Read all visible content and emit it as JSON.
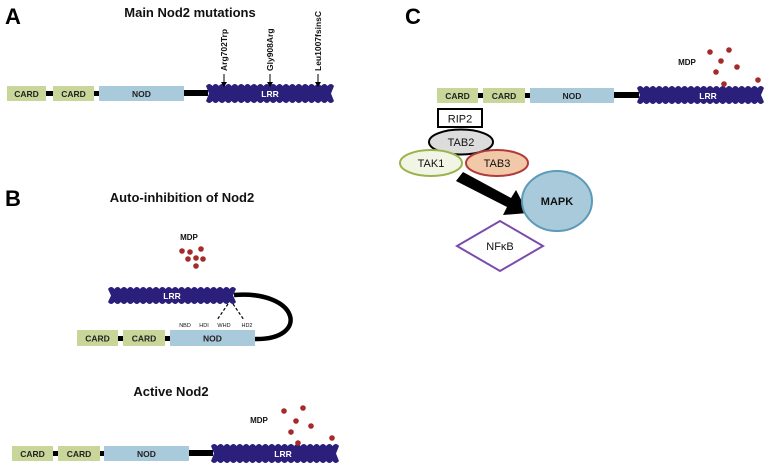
{
  "colors": {
    "card": "#c8d69a",
    "nod": "#a9cadb",
    "lrr": "#2a1f7a",
    "mdp": "#a52a2a",
    "linker": "#000000",
    "tak1_fill": "#f2f5e6",
    "tak1_stroke": "#9ab34a",
    "tab2_fill": "#dcdcdc",
    "tab3_fill": "#f2c9a8",
    "tab3_stroke": "#b23a3a",
    "mapk_fill": "#a9cadb",
    "mapk_stroke": "#5b9ab8",
    "nfkb_stroke": "#7a4bab"
  },
  "panels": {
    "a": {
      "letter": "A",
      "title": "Main Nod2 mutations",
      "domains": {
        "card1": "CARD",
        "card2": "CARD",
        "nod": "NOD",
        "lrr": "LRR"
      },
      "mutations": [
        "Arg702Trp",
        "Gly908Arg",
        "Leu1007fsinsC"
      ]
    },
    "b": {
      "letter": "B",
      "title": "Auto-inhibition of Nod2",
      "mdp": "MDP",
      "domains": {
        "card1": "CARD",
        "card2": "CARD",
        "nod": "NOD",
        "lrr": "LRR"
      },
      "subdomains": [
        "NBD",
        "HDI",
        "WHD",
        "HD2"
      ],
      "active_title": "Active Nod2",
      "active_mdp": "MDP",
      "active_domains": {
        "card1": "CARD",
        "card2": "CARD",
        "nod": "NOD",
        "lrr": "LRR"
      }
    },
    "c": {
      "letter": "C",
      "mdp": "MDP",
      "domains": {
        "card1": "CARD",
        "card2": "CARD",
        "nod": "NOD",
        "lrr": "LRR"
      },
      "nodes": {
        "rip2": "RIP2",
        "tab2": "TAB2",
        "tak1": "TAK1",
        "tab3": "TAB3",
        "mapk": "MAPK",
        "nfkb": "NFκB"
      }
    }
  }
}
